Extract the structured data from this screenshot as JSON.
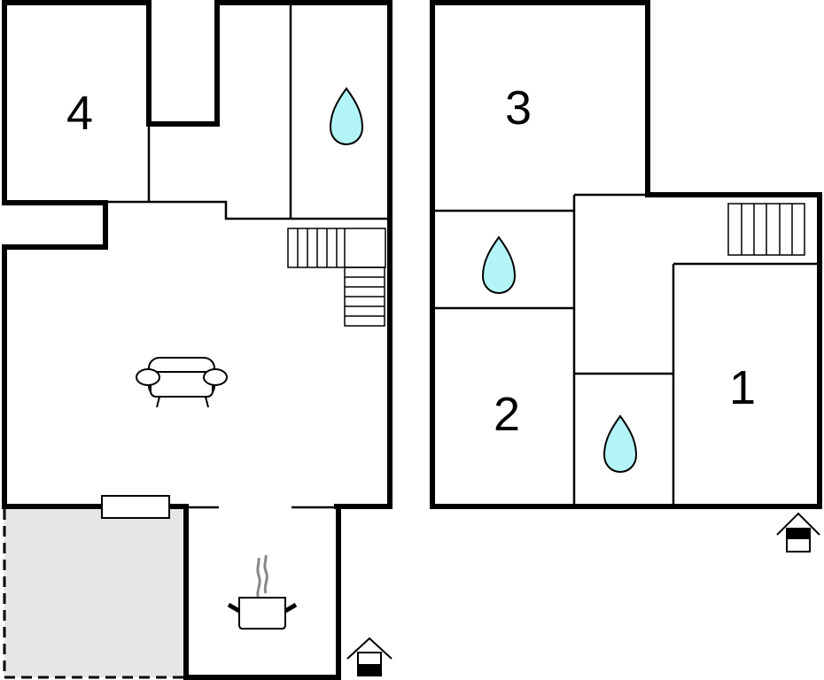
{
  "floorplan": {
    "ground_floor": {
      "rooms": [
        {
          "label": "4"
        }
      ],
      "icons": [
        "bathroom-drop-icon",
        "stairs-icon",
        "sofa-icon",
        "cooking-pot-icon",
        "entrance-icon",
        "window-icon"
      ],
      "terrace_color": "#e6e6e6"
    },
    "upper_floor": {
      "rooms": [
        {
          "label": "3"
        },
        {
          "label": "2"
        },
        {
          "label": "1"
        }
      ],
      "icons": [
        "bathroom-drop-icon",
        "bathroom-drop-icon",
        "stairs-icon",
        "entrance-icon"
      ]
    },
    "colors": {
      "water": "#b3f5f7",
      "wall": "#000000"
    }
  }
}
